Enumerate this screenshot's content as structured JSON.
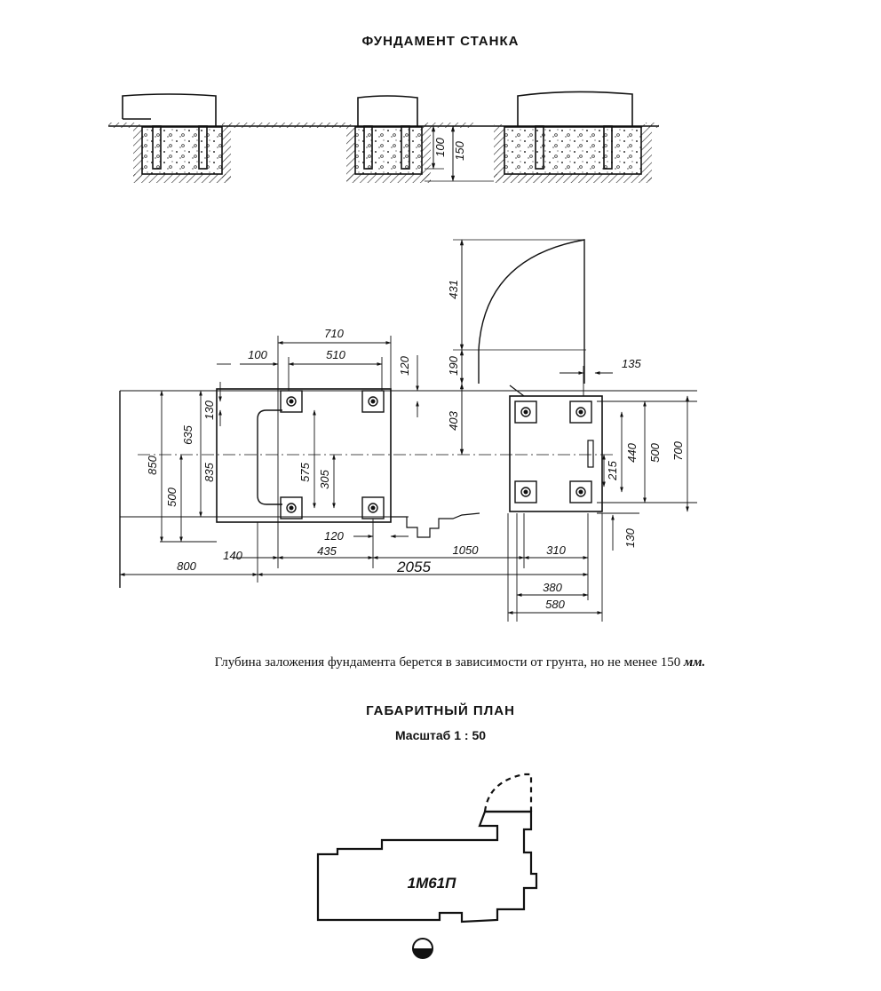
{
  "header": {
    "title": "ФУНДАМЕНТ СТАНКА"
  },
  "note": {
    "text": "Глубина заложения фундамента берется в зависимости от грунта, но не менее 150",
    "unit": "мм."
  },
  "plan": {
    "title": "ГАБАРИТНЫЙ ПЛАН",
    "scale": "Масштаб 1 : 50",
    "machine_label": "1М61П"
  },
  "dimensions": {
    "section_100": "100",
    "section_150": "150",
    "d431": "431",
    "d190": "190",
    "d403": "403",
    "d135": "135",
    "d710": "710",
    "d510": "510",
    "d100": "100",
    "d120_top": "120",
    "d130_left": "130",
    "d635": "635",
    "d850": "850",
    "d835": "835",
    "d500_left": "500",
    "d575": "575",
    "d305": "305",
    "d440": "440",
    "d500_right": "500",
    "d700": "700",
    "d215": "215",
    "d130_right": "130",
    "d120_bottom": "120",
    "d140": "140",
    "d435": "435",
    "d1050": "1050",
    "d310": "310",
    "d800": "800",
    "d2055": "2055",
    "d380": "380",
    "d580": "580"
  }
}
